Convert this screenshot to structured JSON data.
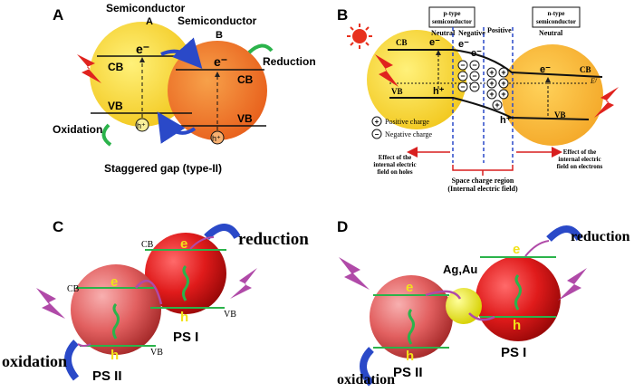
{
  "panels": {
    "A": {
      "letter": "A",
      "semiconductor_a": "Semiconductor",
      "a_label": "A",
      "semiconductor_b": "Semiconductor",
      "b_label": "B",
      "reduction": "Reduction",
      "oxidation": "Oxidation",
      "cb_a": "CB",
      "vb_a": "VB",
      "cb_b": "CB",
      "vb_b": "VB",
      "electron": "e⁻",
      "hole": "h⁺",
      "caption": "Staggered gap (type-II)",
      "colors": {
        "a": "#f5d23a",
        "b": "#f07a2c"
      }
    },
    "B": {
      "letter": "B",
      "p_type": "p-type semiconductor",
      "n_type": "n-type semiconductor",
      "neutral_left": "Neutral",
      "negative": "Negative",
      "positive": "Positive",
      "neutral_right": "Neutral",
      "cb_left": "CB",
      "vb_left": "VB",
      "cb_right": "CB",
      "vb_right": "VB",
      "ef": "Eᶠ",
      "positive_charge": "Positive charge",
      "negative_charge": "Negative charge",
      "effect_holes": "Effect of the internal electric field on holes",
      "effect_electrons": "Effect of the internal electric field on electrons",
      "space_charge": "Space charge region (Internal electric field)",
      "electron": "e⁻",
      "hole": "h⁺"
    },
    "C": {
      "letter": "C",
      "cb_top": "CB",
      "cb_left": "CB",
      "vb_right": "VB",
      "vb_bottom": "VB",
      "reduction": "reduction",
      "oxidation": "oxidation",
      "ps1": "PS I",
      "ps2": "PS II",
      "e": "e",
      "h": "h"
    },
    "D": {
      "letter": "D",
      "metal": "Ag,Au",
      "reduction": "reduction",
      "oxidation": "oxidation",
      "ps1": "PS I",
      "ps2": "PS II",
      "e": "e",
      "h": "h"
    }
  }
}
